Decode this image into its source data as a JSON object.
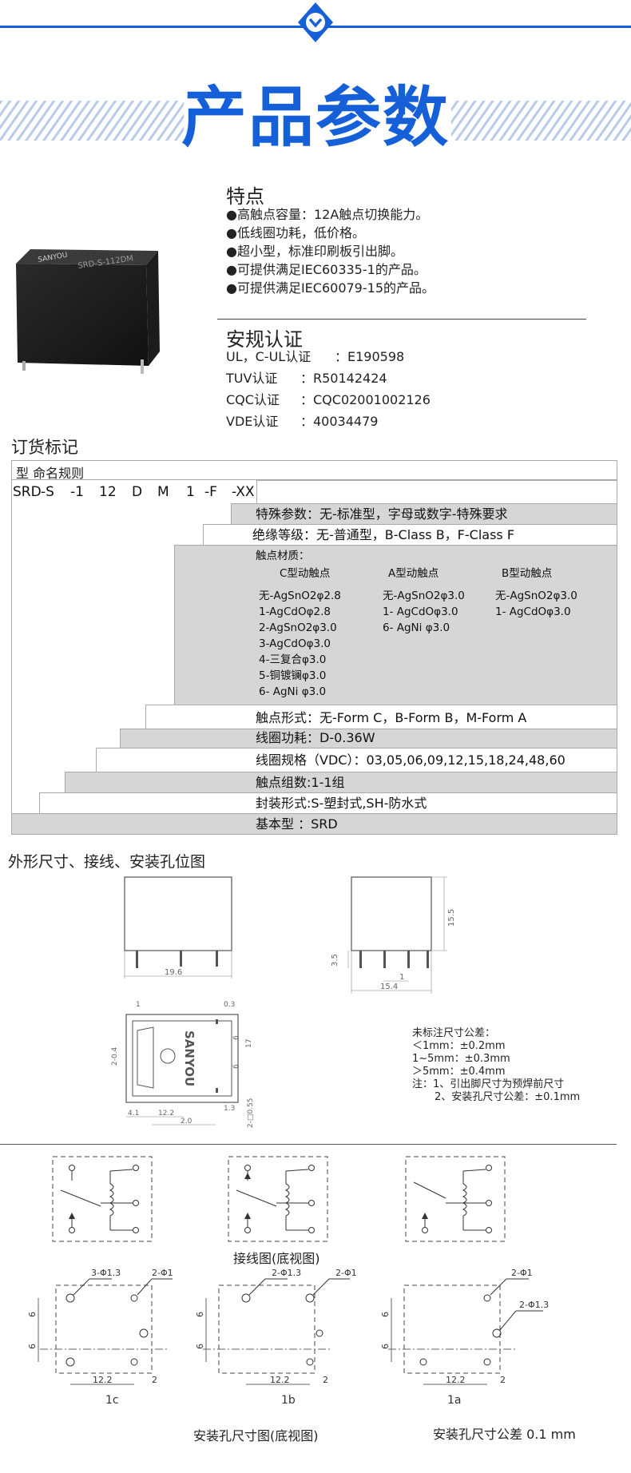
{
  "header": {
    "title": "产品参数"
  },
  "features": {
    "heading": "特点",
    "items": [
      "●高触点容量：12A触点切换能力。",
      "●低线圈功耗，低价格。",
      "●超小型，标准印刷板引出脚。",
      "●可提供满足IEC60335-1的产品。",
      "●可提供满足IEC60079-15的产品。"
    ]
  },
  "relay_image": {
    "brand": "SANYOU",
    "model": "SRD-S-112DM"
  },
  "certification": {
    "heading": "安规认证",
    "rows": [
      {
        "label": "UL，C-UL认证",
        "value": "：E190598"
      },
      {
        "label": "TUV认证",
        "value": "：R50142424"
      },
      {
        "label": "CQC认证",
        "value": "：CQC02001002126"
      },
      {
        "label": "VDE认证",
        "value": "：40034479"
      }
    ]
  },
  "ordering": {
    "heading": "订货标记",
    "table_title": "型   命名规则",
    "code_parts": [
      "SRD",
      "-S",
      "-1",
      "12",
      "D",
      "M",
      "1",
      "-F",
      "-XX"
    ],
    "rows": {
      "special": "特殊参数：无-标准型，字母或数字-特殊要求",
      "insulation": "绝缘等级：无-普通型，B-Class B，F-Class F",
      "contact_form": "触点形式：无-Form C，B-Form B，M-Form A",
      "coil_power": "线圈功耗：D-0.36W",
      "coil_spec": "线圈规格（VDC）：03,05,06,09,12,15,18,24,48,60",
      "contact_groups": "触点组数:1-1组",
      "package": "封装形式:S-塑封式,SH-防水式",
      "base_type": "基本型    ：SRD"
    },
    "material": {
      "title": "触点材质：",
      "columns": [
        {
          "header": "C型动触点",
          "items": [
            "无-AgSnO2φ2.8",
            "1-AgCdOφ2.8",
            "2-AgSnO2φ3.0",
            "3-AgCdOφ3.0",
            "4-三复合φ3.0",
            "5-铜镀镧φ3.0",
            "6- AgNi φ3.0"
          ]
        },
        {
          "header": "A型动触点",
          "items": [
            "无-AgSnO2φ3.0",
            "1- AgCdOφ3.0",
            "6- AgNi φ3.0"
          ]
        },
        {
          "header": "B型动触点",
          "items": [
            "无-AgSnO2φ3.0",
            "1- AgCdOφ3.0"
          ]
        }
      ]
    }
  },
  "dimensions": {
    "heading": "外形尺寸、接线、安装孔位图",
    "front_width": "19.6",
    "side_height": "15.5",
    "pin_length": "3.5",
    "side_width": "15.4",
    "pin_small": "1",
    "top_view": {
      "dims": [
        "1",
        "0.3",
        "6",
        "6",
        "17",
        "2-0.4",
        "4.1",
        "12.2",
        "2.0",
        "1.3",
        "2-□0.55"
      ],
      "brand": "SANYOU"
    },
    "tolerance": {
      "title": "未标注尺寸公差：",
      "lines": [
        "＜1mm：±0.2mm",
        "1~5mm：±0.3mm",
        "＞5mm：±0.4mm"
      ],
      "note1": "注：1、引出脚尺寸为预焊前尺寸",
      "note2": "2、安装孔尺寸公差：±0.1mm"
    }
  },
  "wiring": {
    "caption": "接线图(底视图)"
  },
  "holes": {
    "figures": [
      {
        "label": "1c",
        "note_a": "3-Φ1.3",
        "note_b": "2-Φ1"
      },
      {
        "label": "1b",
        "note_a": "2-Φ1.3",
        "note_b": "2-Φ1"
      },
      {
        "label": "1a",
        "note_a": "2-Φ1",
        "note_b": "2-Φ1.3"
      }
    ],
    "dim_6": "6",
    "dim_12_2": "12.2",
    "dim_2": "2",
    "caption_left": "安装孔尺寸图(底视图)",
    "caption_right": "安装孔尺寸公差 0.1 mm"
  },
  "colors": {
    "accent": "#1560d8",
    "bar_gray": "#d6d6d6",
    "line_gray": "#aaaaaa"
  }
}
